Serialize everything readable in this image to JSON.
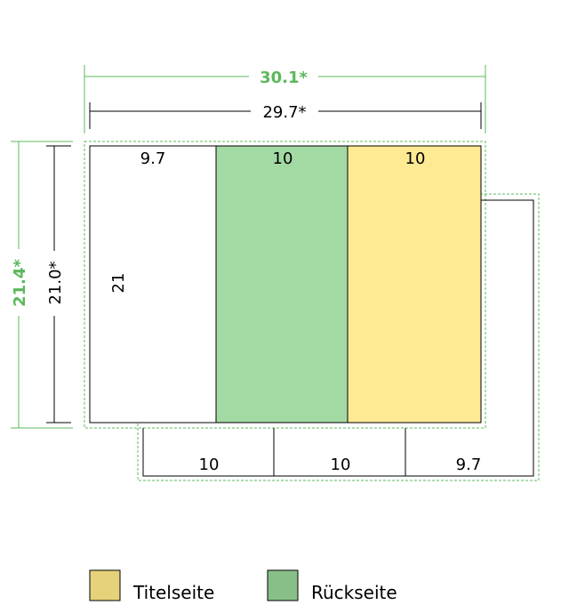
{
  "dimensions": {
    "total_width_bleed": "30.1*",
    "total_width": "29.7*",
    "total_height_bleed": "21.4*",
    "total_height": "21.0*",
    "panel_height": "21"
  },
  "top_panels": [
    {
      "label": "9.7",
      "fill": "#ffffff"
    },
    {
      "label": "10",
      "fill": "#a3d9a3"
    },
    {
      "label": "10",
      "fill": "#ffea94"
    }
  ],
  "bottom_panels": [
    {
      "label": "10"
    },
    {
      "label": "10"
    },
    {
      "label": "9.7"
    }
  ],
  "legend": [
    {
      "label": "Titelseite",
      "color": "#e5d27a"
    },
    {
      "label": "Rückseite",
      "color": "#88bf88"
    }
  ],
  "colors": {
    "bleed_line": "#5cb85c",
    "outline": "#000000"
  }
}
